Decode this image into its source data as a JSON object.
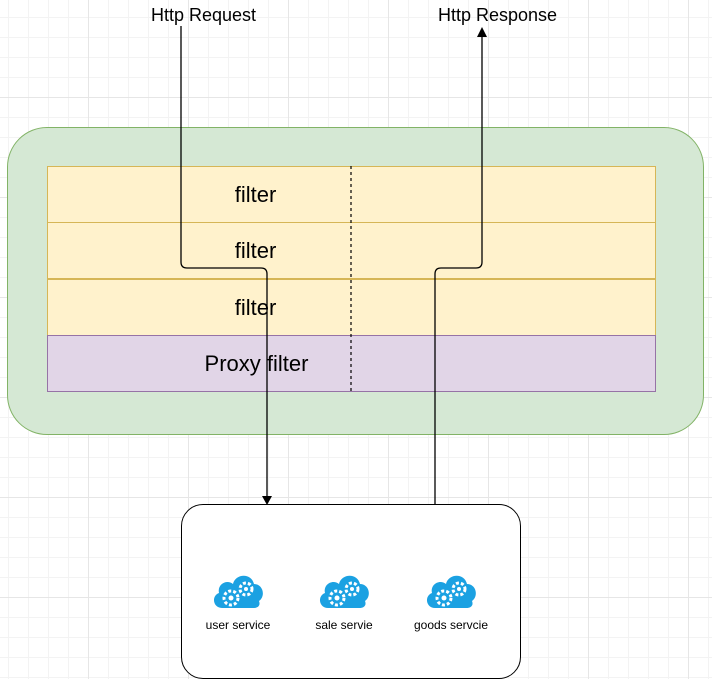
{
  "labels": {
    "request": "Http Request",
    "response": "Http Response"
  },
  "filters": [
    {
      "label": "filter"
    },
    {
      "label": "filter"
    },
    {
      "label": "filter"
    }
  ],
  "proxy": {
    "label": "Proxy filter"
  },
  "services": [
    {
      "label": "user service",
      "icon": "cloud-gears-icon"
    },
    {
      "label": "sale servie",
      "icon": "cloud-gears-icon"
    },
    {
      "label": "goods servcie",
      "icon": "cloud-gears-icon"
    }
  ],
  "colors": {
    "gateway_fill": "#d5e8d4",
    "gateway_stroke": "#82b366",
    "filter_fill": "#fff2cc",
    "filter_stroke": "#d6b656",
    "proxy_fill": "#e1d5e7",
    "proxy_stroke": "#9673a6",
    "cloud_icon": "#1ba1e2"
  }
}
